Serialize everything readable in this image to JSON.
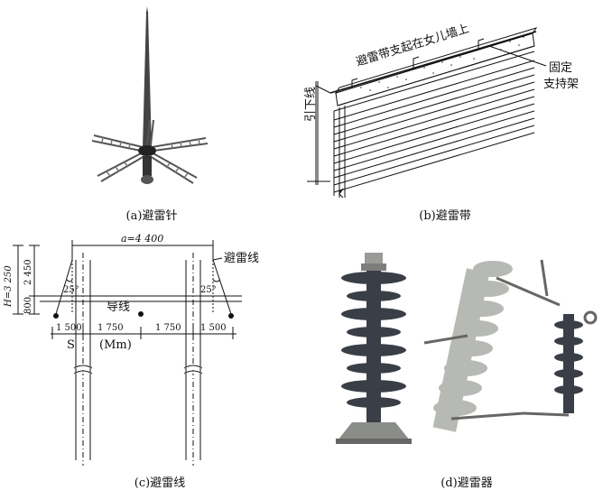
{
  "captions": {
    "a": "(a)避雷针",
    "b": "(b)避雷带",
    "c": "(c)避雷线",
    "d": "(d)避雷器"
  },
  "panel_b": {
    "belt_label": "避雷带支起在女儿墙上",
    "support_label_1": "固定",
    "support_label_2": "支持架",
    "down_conductor_label": "引下线"
  },
  "panel_c": {
    "span_label": "a=4 400",
    "ground_wire_label": "避雷线",
    "conductor_label": "导线",
    "height_total": "H=3 250",
    "height_upper": "2 450",
    "height_lower": "800",
    "angle_left": "25°",
    "angle_right": "25°",
    "dim_1": "1 500",
    "dim_2": "1 750",
    "dim_3": "1 750",
    "dim_4": "1 500",
    "label_s": "S",
    "label_mm": "(Mm)"
  },
  "colors": {
    "line": "#111111",
    "arrester_dark": "#3a3f47",
    "arrester_light": "#b7b9b4",
    "metal": "#9a9a96"
  }
}
